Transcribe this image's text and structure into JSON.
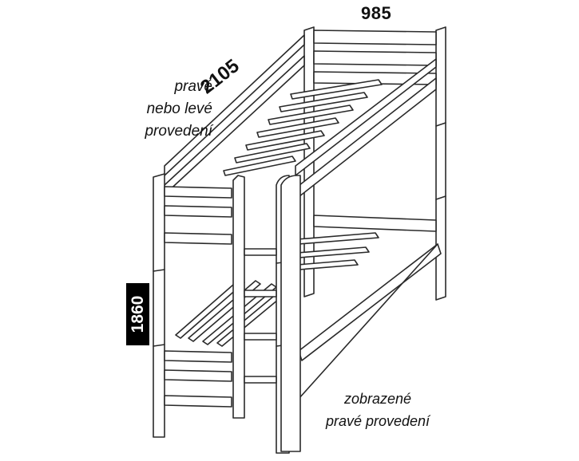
{
  "dimensions": {
    "width": "985",
    "length": "2105",
    "height": "1860"
  },
  "notes": {
    "left_line1": "pravé",
    "left_line2": "nebo levé",
    "left_line3": "provedení",
    "right_line1": "zobrazené",
    "right_line2": "pravé provedení"
  },
  "colors": {
    "line": "#2a2a2a",
    "fill": "#ffffff",
    "badge": "#000000"
  }
}
